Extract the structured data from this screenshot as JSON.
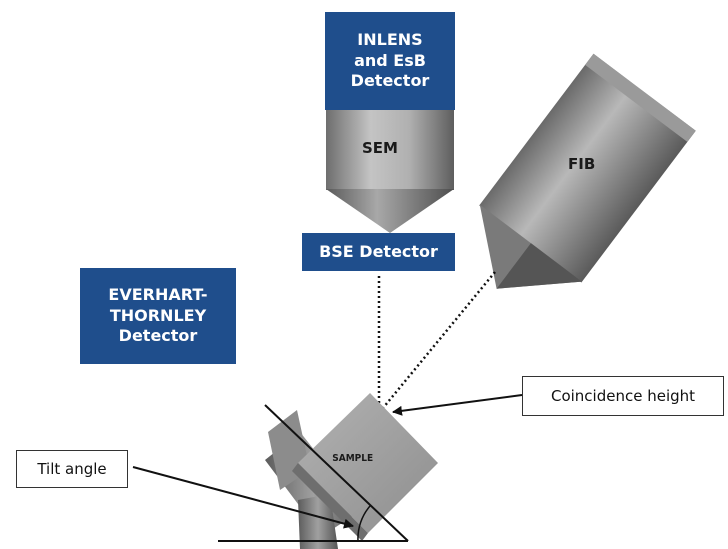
{
  "labels": {
    "inlens_detector": [
      "INLENS",
      "and EsB",
      "Detector"
    ],
    "sem": "SEM",
    "fib": "FIB",
    "bse_detector": "BSE Detector",
    "everhart_thornley": [
      "EVERHART-",
      "THORNLEY",
      "Detector"
    ],
    "sample": "SAMPLE",
    "coincidence_height": "Coincidence height",
    "tilt_angle": "Tilt angle"
  },
  "colors": {
    "detector_box": "#1f4e8c",
    "detector_text": "#ffffff",
    "column_metal": "#8c8c8c",
    "callout_border": "#333333"
  }
}
